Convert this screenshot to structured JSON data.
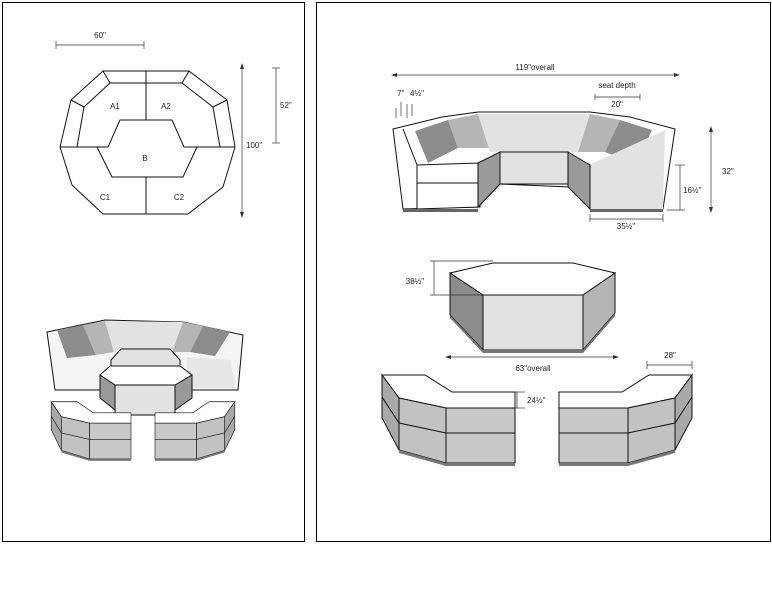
{
  "plan_view": {
    "width_dim": "60\"",
    "depth_dim": "52\"",
    "overall_dim": "100\"",
    "sections": [
      "A1",
      "A2",
      "B",
      "C1",
      "C2"
    ]
  },
  "sofa": {
    "overall": "119\"overall",
    "arm_dim_1": "7\"",
    "arm_dim_2": "4½\"",
    "seat_depth_label": "seat depth",
    "seat_depth": "20\"",
    "height": "32\"",
    "seat_height": "16½\"",
    "side_length": "35½\""
  },
  "ottoman": {
    "depth": "38½\"",
    "overall": "63\"overall"
  },
  "sectionals": {
    "width": "28\"",
    "height": "24½\""
  },
  "colors": {
    "dark": "#8c8c8c",
    "mid": "#b5b5b5",
    "light": "#e2e2e2",
    "lighter": "#ececec"
  }
}
